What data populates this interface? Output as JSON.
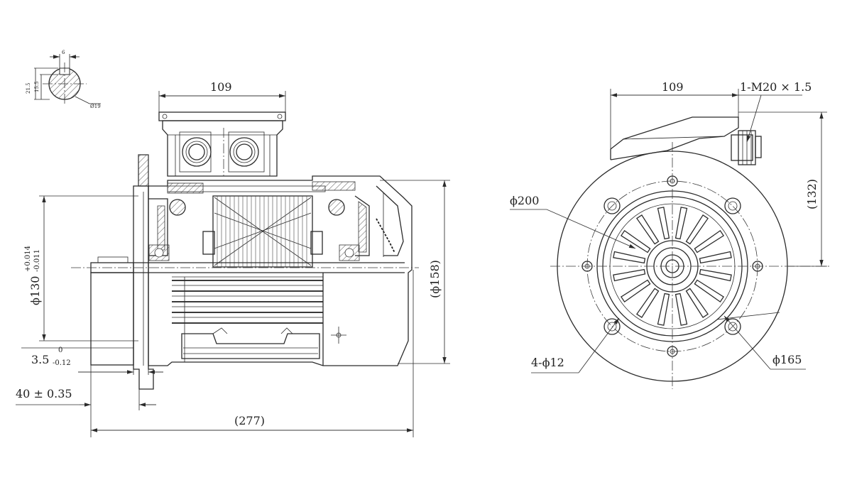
{
  "side_view": {
    "dim_box_width": "109",
    "dim_flange_dia": "ϕ130",
    "dim_flange_tol_upper": "+0.014",
    "dim_flange_tol_lower": "-0.011",
    "dim_spigot": "3.5",
    "dim_spigot_tol_upper": "0",
    "dim_spigot_tol_lower": "-0.12",
    "dim_shaft_length": "40 ± 0.35",
    "dim_total_length": "(277)",
    "dim_height": "(ϕ158)"
  },
  "shaft_section": {
    "dim_key_width": "6",
    "dim_key_height_outer": "21.5",
    "dim_key_height_inner": "15.5",
    "dim_shaft_dia": "Ø19"
  },
  "end_view": {
    "dim_box_width": "109",
    "dim_thread": "1-M20 × 1.5",
    "dim_pcd_outer": "ϕ200",
    "dim_height": "(132)",
    "dim_bolt_holes": "4-ϕ12",
    "dim_pcd_inner": "ϕ165"
  }
}
